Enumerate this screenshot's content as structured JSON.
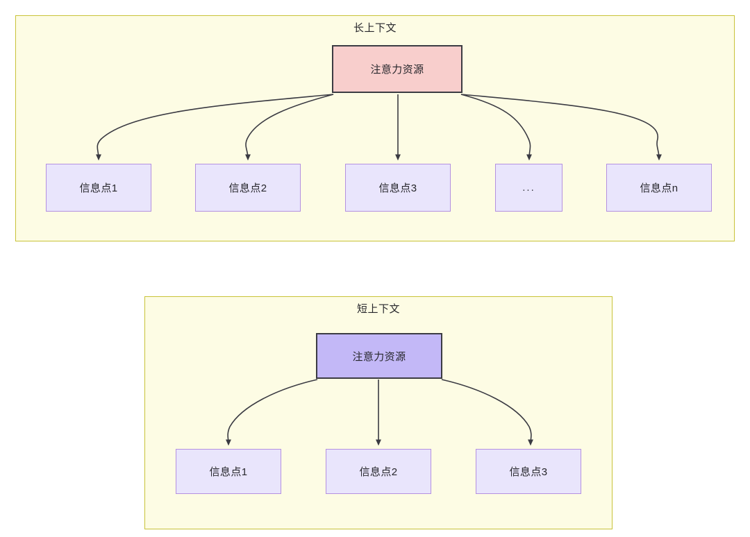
{
  "diagram": {
    "type": "attention-allocation-comparison",
    "background_color": "#ffffff",
    "panels": [
      {
        "id": "long-context",
        "title": "长上下文",
        "fill": "#fdfce4",
        "border": "#c8c237",
        "root": {
          "label": "注意力资源",
          "fill": "#f8cecc",
          "border": "#3b3b42"
        },
        "children": [
          {
            "label": "信息点1"
          },
          {
            "label": "信息点2"
          },
          {
            "label": "信息点3"
          },
          {
            "label": "..."
          },
          {
            "label": "信息点n"
          }
        ],
        "child_fill": "#e9e5fc",
        "child_border": "#b490e0",
        "edge_count": 5
      },
      {
        "id": "short-context",
        "title": "短上下文",
        "fill": "#fdfce4",
        "border": "#c8c237",
        "root": {
          "label": "注意力资源",
          "fill": "#c3b8f7",
          "border": "#3b3b42"
        },
        "children": [
          {
            "label": "信息点1"
          },
          {
            "label": "信息点2"
          },
          {
            "label": "信息点3"
          }
        ],
        "child_fill": "#e9e5fc",
        "child_border": "#b490e0",
        "edge_count": 3
      }
    ],
    "edge_color": "#3a3a42",
    "text_color": "#26262b"
  }
}
